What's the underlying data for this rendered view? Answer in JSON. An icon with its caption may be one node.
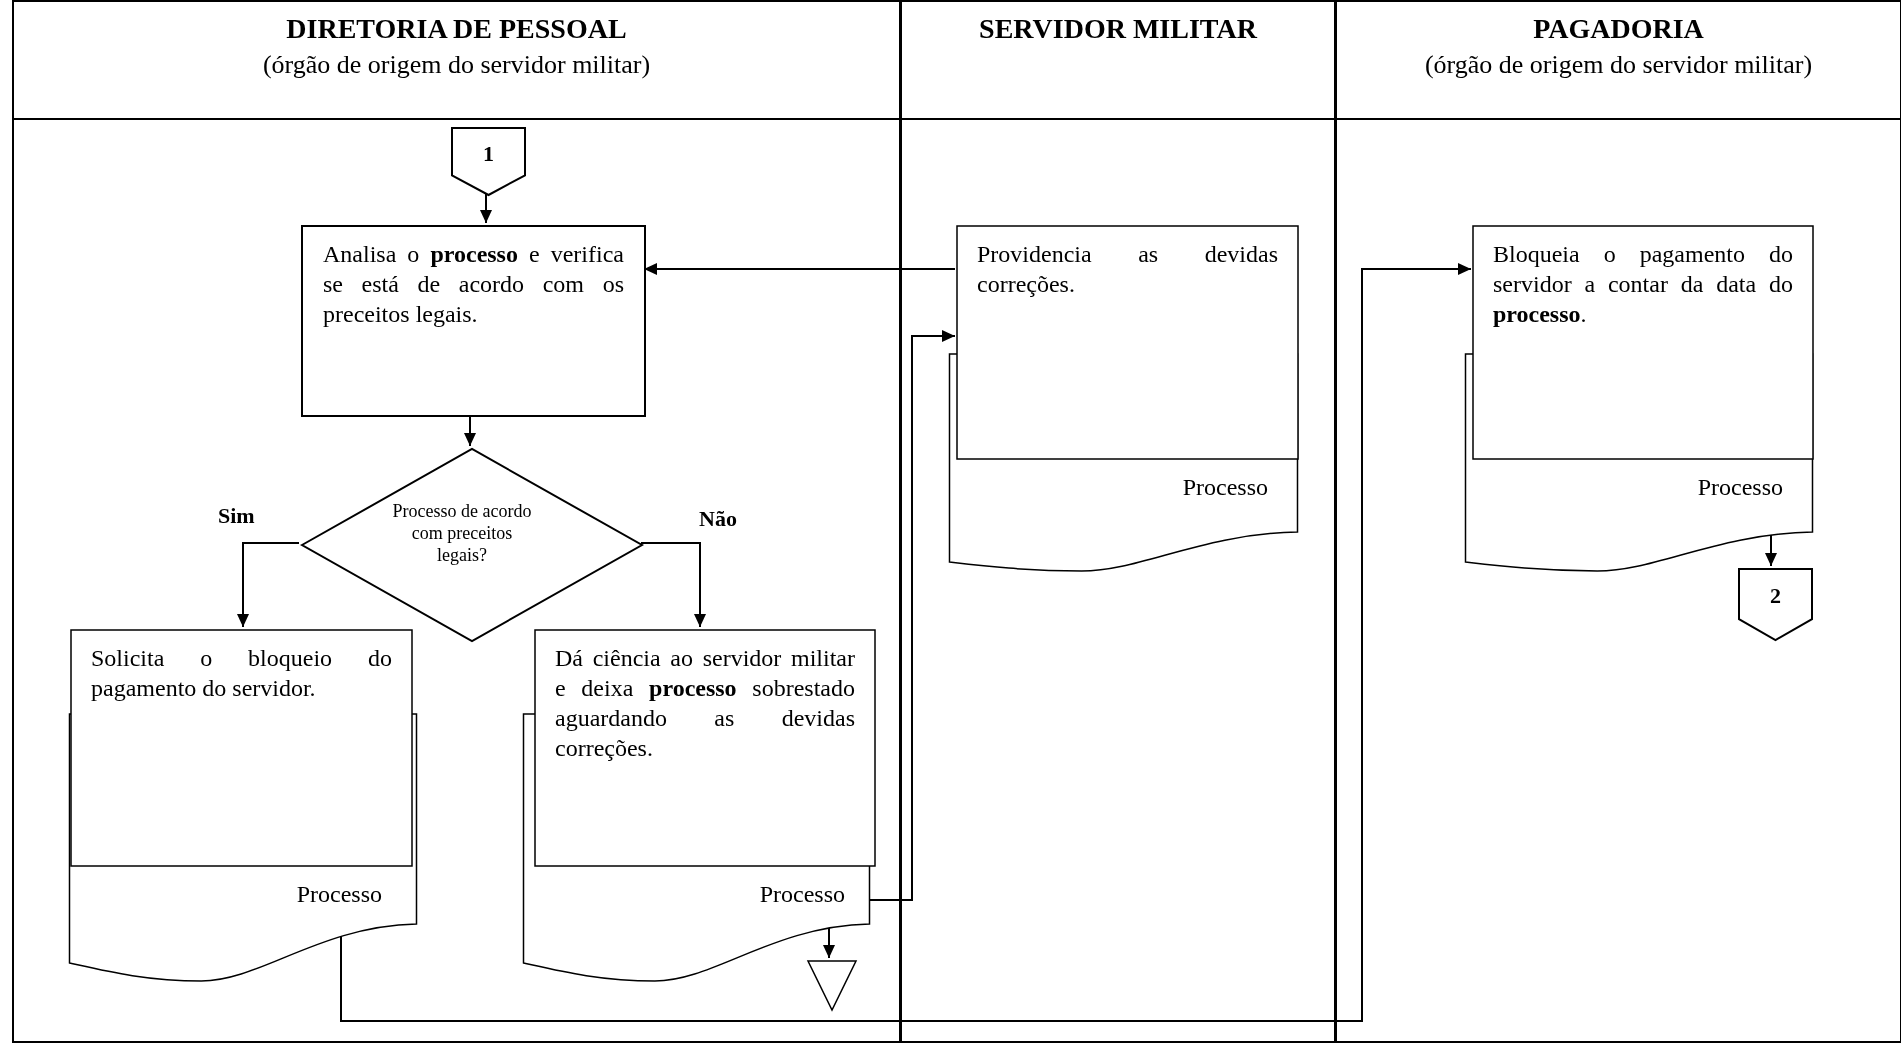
{
  "diagram": {
    "nodes": [
      {
        "text": [
          "DIRETORIA DE PESSOAL",
          "(órgão de origem do servidor militar)"
        ]
      },
      {
        "text": [
          "SERVIDOR MILITAR"
        ]
      },
      {
        "text": [
          "PAGADORIA",
          "(órgão de origem do servidor militar)"
        ]
      },
      {
        "text": [
          "1"
        ],
        "in": 0
      },
      {
        "text": [
          "Analisa o **processo** e verifica se está de acordo com os preceitos legais."
        ],
        "in": 0
      },
      {
        "text": [
          "Processo de acordo com preceitos legais?"
        ],
        "in": 0
      },
      {
        "text": [
          "Solicita o bloqueio do pagamento do servidor.",
          "Processo"
        ],
        "in": 0
      },
      {
        "text": [
          "Dá ciência ao servidor militar e deixa **processo** sobrestado aguardando as devidas correções.",
          "Processo"
        ],
        "in": 0
      },
      {
        "text": [],
        "shape": "triangle",
        "in": 0
      },
      {
        "text": [
          "Providencia as devidas correções.",
          "Processo"
        ],
        "in": 1
      },
      {
        "text": [
          "Bloqueia o pagamento do servidor a contar da data do **processo**.",
          "Processo"
        ],
        "in": 2
      },
      {
        "text": [
          "2"
        ],
        "in": 2
      }
    ],
    "edges": [
      {
        "from": 3,
        "to": 4,
        "arrow": "to"
      },
      {
        "from": 4,
        "to": 5,
        "arrow": "to"
      },
      {
        "from": 5,
        "to": 6,
        "arrow": "to",
        "label": "Sim"
      },
      {
        "from": 5,
        "to": 7,
        "arrow": "to",
        "label": "Não"
      },
      {
        "from": 9,
        "to": 4,
        "arrow": "to"
      },
      {
        "from": 7,
        "to": 9,
        "arrow": "to"
      },
      {
        "from": 7,
        "to": 8,
        "arrow": "to"
      },
      {
        "from": 6,
        "to": 10,
        "arrow": "to"
      },
      {
        "from": 10,
        "to": 11,
        "arrow": "to"
      }
    ]
  }
}
